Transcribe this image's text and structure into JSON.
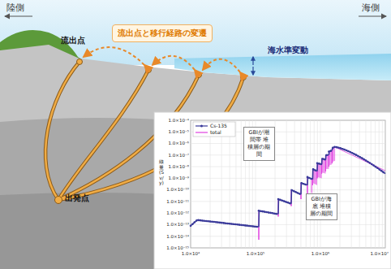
{
  "diagram": {
    "nodes": [
      {
        "text": [
          "流出点と移行経路の変遷"
        ]
      },
      {
        "text": [
          "GBIが潮間帯 堆積層の期間"
        ]
      },
      {
        "text": [
          "GBIが海底 堆積層の期間"
        ]
      }
    ],
    "labels": [
      "陸側",
      "海側",
      "流出点",
      "海水準変動",
      "出発点",
      "線量(Sv/y)",
      "1.0×10⁻⁴",
      "1.0×10⁻⁵",
      "1.0×10⁻⁶",
      "1.0×10⁻⁷",
      "1.0×10⁻⁸",
      "1.0×10⁻⁹",
      "1.0×10⁻¹⁰",
      "1.0×10⁻¹¹",
      "1.0×10⁻¹²",
      "1.0×10⁻¹³",
      "1.0×10⁻¹⁴",
      "1.0×10⁻¹⁵",
      "1.0×10⁴",
      "1.0×10⁵",
      "1.0×10⁶",
      "1.0×10⁷"
    ],
    "legend": [
      {
        "text": "Cs-135"
      },
      {
        "text": "total"
      }
    ]
  }
}
